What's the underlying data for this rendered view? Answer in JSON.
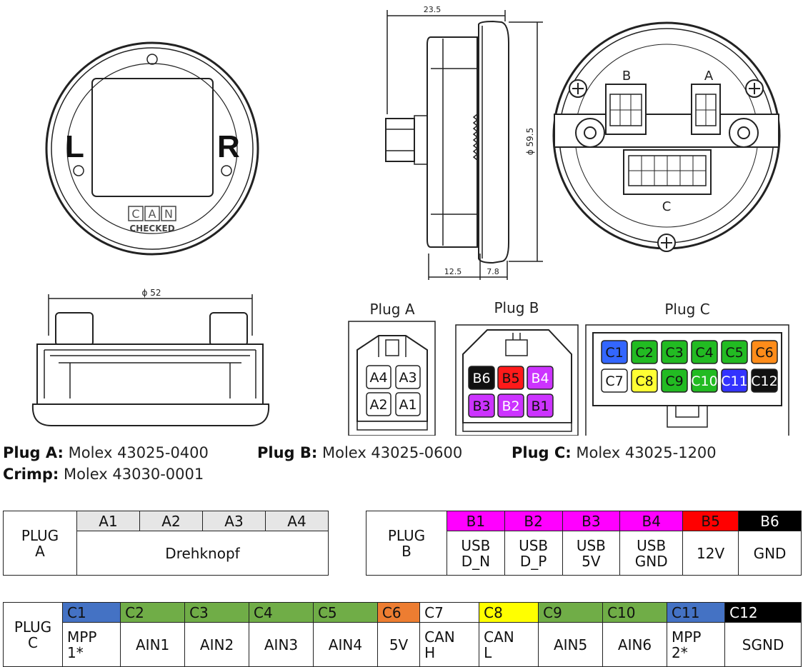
{
  "front_view": {
    "left_label": "L",
    "right_label": "R",
    "can_letters": [
      "C",
      "A",
      "N"
    ],
    "checked_label": "CHECKED"
  },
  "side_view": {
    "dim_total": "23.5",
    "dim_diameter": "ϕ 59.5",
    "dim_shaft": "12.5",
    "dim_flange": "7.8"
  },
  "rear_view": {
    "connector_b_label": "B",
    "connector_a_label": "A",
    "connector_c_label": "C"
  },
  "bottom_view": {
    "dim_diameter": "ϕ 52"
  },
  "plug_a": {
    "title": "Plug A",
    "pins": [
      {
        "label": "A4",
        "color": "#ffffff",
        "text_color": "#111111"
      },
      {
        "label": "A3",
        "color": "#ffffff",
        "text_color": "#111111"
      },
      {
        "label": "A2",
        "color": "#ffffff",
        "text_color": "#111111"
      },
      {
        "label": "A1",
        "color": "#ffffff",
        "text_color": "#111111"
      }
    ]
  },
  "plug_b": {
    "title": "Plug B",
    "pins": [
      {
        "label": "B6",
        "color": "#111111",
        "text_color": "#ffffff"
      },
      {
        "label": "B5",
        "color": "#ff1a1a",
        "text_color": "#111111"
      },
      {
        "label": "B4",
        "color": "#cc33ff",
        "text_color": "#ffffff"
      },
      {
        "label": "B3",
        "color": "#cc33ff",
        "text_color": "#111111"
      },
      {
        "label": "B2",
        "color": "#cc33ff",
        "text_color": "#ffffff"
      },
      {
        "label": "B1",
        "color": "#cc33ff",
        "text_color": "#111111"
      }
    ]
  },
  "plug_c": {
    "title": "Plug C",
    "pins": [
      {
        "label": "C1",
        "color": "#3366ff",
        "text_color": "#111111"
      },
      {
        "label": "C2",
        "color": "#22bb22",
        "text_color": "#111111"
      },
      {
        "label": "C3",
        "color": "#22bb22",
        "text_color": "#111111"
      },
      {
        "label": "C4",
        "color": "#22bb22",
        "text_color": "#111111"
      },
      {
        "label": "C5",
        "color": "#22bb22",
        "text_color": "#111111"
      },
      {
        "label": "C6",
        "color": "#ff8c1a",
        "text_color": "#111111"
      },
      {
        "label": "C7",
        "color": "#ffffff",
        "text_color": "#111111"
      },
      {
        "label": "C8",
        "color": "#ffff33",
        "text_color": "#111111"
      },
      {
        "label": "C9",
        "color": "#22bb22",
        "text_color": "#111111"
      },
      {
        "label": "C10",
        "color": "#22bb22",
        "text_color": "#ffffff"
      },
      {
        "label": "C11",
        "color": "#3333ff",
        "text_color": "#ffffff"
      },
      {
        "label": "C12",
        "color": "#111111",
        "text_color": "#ffffff"
      }
    ]
  },
  "specs": {
    "plug_a_label": "Plug A:",
    "plug_a_value": " Molex 43025-0400",
    "plug_b_label": "Plug B:",
    "plug_b_value": " Molex 43025-0600",
    "plug_c_label": "Plug C:",
    "plug_c_value": " Molex 43025-1200",
    "crimp_label": "Crimp:",
    "crimp_value": " Molex 43030-0001"
  },
  "table_a": {
    "plug_label": "PLUG\nA",
    "headers": [
      "A1",
      "A2",
      "A3",
      "A4"
    ],
    "header_color": "#e6e6e6",
    "function": "Drehknopf"
  },
  "table_b": {
    "plug_label": "PLUG\nB",
    "headers": [
      {
        "label": "B1",
        "color": "#ff00ff",
        "text_color": "#111111"
      },
      {
        "label": "B2",
        "color": "#ff00ff",
        "text_color": "#111111"
      },
      {
        "label": "B3",
        "color": "#ff00ff",
        "text_color": "#111111"
      },
      {
        "label": "B4",
        "color": "#ff00ff",
        "text_color": "#111111"
      },
      {
        "label": "B5",
        "color": "#ff0000",
        "text_color": "#111111"
      },
      {
        "label": "B6",
        "color": "#000000",
        "text_color": "#ffffff"
      }
    ],
    "values": [
      "USB\nD_N",
      "USB\nD_P",
      "USB\n5V",
      "USB\nGND",
      "12V",
      "GND"
    ]
  },
  "table_c": {
    "plug_label": "PLUG\nC",
    "headers": [
      {
        "label": "C1",
        "color": "#4472c4",
        "text_color": "#111111"
      },
      {
        "label": "C2",
        "color": "#70ad47",
        "text_color": "#111111"
      },
      {
        "label": "C3",
        "color": "#70ad47",
        "text_color": "#111111"
      },
      {
        "label": "C4",
        "color": "#70ad47",
        "text_color": "#111111"
      },
      {
        "label": "C5",
        "color": "#70ad47",
        "text_color": "#111111"
      },
      {
        "label": "C6",
        "color": "#ed7d31",
        "text_color": "#111111"
      },
      {
        "label": "C7",
        "color": "#ffffff",
        "text_color": "#111111"
      },
      {
        "label": "C8",
        "color": "#ffff00",
        "text_color": "#111111"
      },
      {
        "label": "C9",
        "color": "#70ad47",
        "text_color": "#111111"
      },
      {
        "label": "C10",
        "color": "#70ad47",
        "text_color": "#111111"
      },
      {
        "label": "C11",
        "color": "#4472c4",
        "text_color": "#111111"
      },
      {
        "label": "C12",
        "color": "#000000",
        "text_color": "#ffffff"
      }
    ],
    "values": [
      "MPP\n1*",
      "AIN1",
      "AIN2",
      "AIN3",
      "AIN4",
      "5V",
      "CAN\nH",
      "CAN\nL",
      "AIN5",
      "AIN6",
      "MPP\n2*",
      "SGND"
    ]
  }
}
